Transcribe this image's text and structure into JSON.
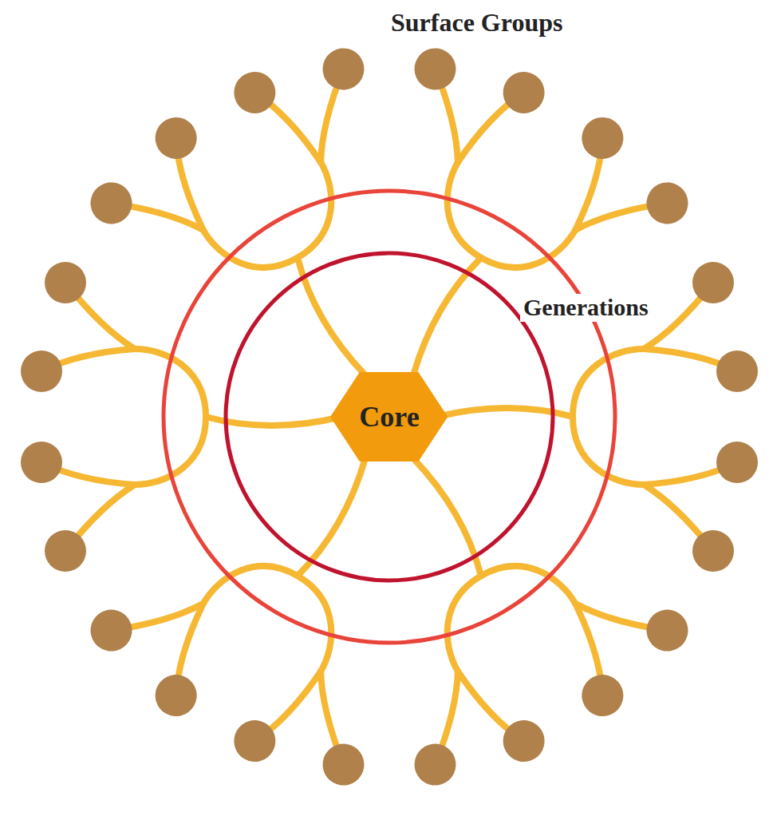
{
  "diagram": {
    "nodes": [
      {
        "text": [
          "Core"
        ]
      }
    ],
    "labels": [
      "Surface Groups",
      "Generations"
    ]
  }
}
